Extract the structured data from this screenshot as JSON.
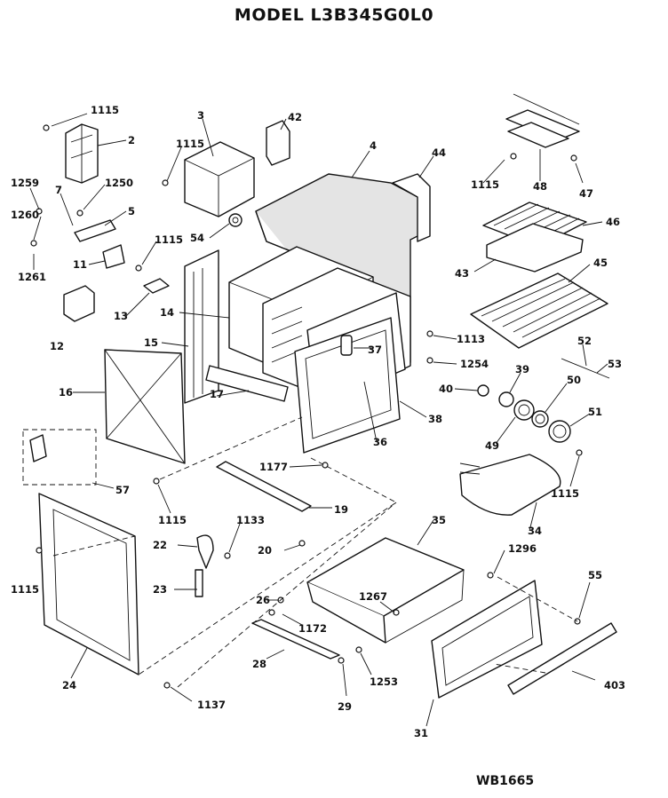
{
  "title": "MODEL L3B345G0L0",
  "drawing_code": "WB1665",
  "callouts": [
    {
      "id": "c1115a",
      "text": "1115"
    },
    {
      "id": "c2",
      "text": "2"
    },
    {
      "id": "c3",
      "text": "3"
    },
    {
      "id": "c42",
      "text": "42"
    },
    {
      "id": "c4",
      "text": "4"
    },
    {
      "id": "c44",
      "text": "44"
    },
    {
      "id": "c1115b",
      "text": "1115"
    },
    {
      "id": "c1259",
      "text": "1259"
    },
    {
      "id": "c7",
      "text": "7"
    },
    {
      "id": "c1250",
      "text": "1250"
    },
    {
      "id": "c5",
      "text": "5"
    },
    {
      "id": "c1260",
      "text": "1260"
    },
    {
      "id": "c1261",
      "text": "1261"
    },
    {
      "id": "c11",
      "text": "11"
    },
    {
      "id": "c54",
      "text": "54"
    },
    {
      "id": "c1115c",
      "text": "1115"
    },
    {
      "id": "c13",
      "text": "13"
    },
    {
      "id": "c12",
      "text": "12"
    },
    {
      "id": "c14",
      "text": "14"
    },
    {
      "id": "c15",
      "text": "15"
    },
    {
      "id": "c16",
      "text": "16"
    },
    {
      "id": "c17",
      "text": "17"
    },
    {
      "id": "c1115d",
      "text": "1115"
    },
    {
      "id": "c48",
      "text": "48"
    },
    {
      "id": "c47",
      "text": "47"
    },
    {
      "id": "c46",
      "text": "46"
    },
    {
      "id": "c43",
      "text": "43"
    },
    {
      "id": "c45",
      "text": "45"
    },
    {
      "id": "c1113",
      "text": "1113"
    },
    {
      "id": "c37",
      "text": "37"
    },
    {
      "id": "c1254",
      "text": "1254"
    },
    {
      "id": "c52",
      "text": "52"
    },
    {
      "id": "c53",
      "text": "53"
    },
    {
      "id": "c39",
      "text": "39"
    },
    {
      "id": "c40",
      "text": "40"
    },
    {
      "id": "c50",
      "text": "50"
    },
    {
      "id": "c51",
      "text": "51"
    },
    {
      "id": "c49",
      "text": "49"
    },
    {
      "id": "c36",
      "text": "36"
    },
    {
      "id": "c38",
      "text": "38"
    },
    {
      "id": "c57",
      "text": "57"
    },
    {
      "id": "c1177",
      "text": "1177"
    },
    {
      "id": "c1115e",
      "text": "1115"
    },
    {
      "id": "c19",
      "text": "19"
    },
    {
      "id": "c1115f",
      "text": "1115"
    },
    {
      "id": "c1133",
      "text": "1133"
    },
    {
      "id": "c22",
      "text": "22"
    },
    {
      "id": "c20",
      "text": "20"
    },
    {
      "id": "c35",
      "text": "35"
    },
    {
      "id": "c34",
      "text": "34"
    },
    {
      "id": "c1115g",
      "text": "1115"
    },
    {
      "id": "c1296",
      "text": "1296"
    },
    {
      "id": "c23",
      "text": "23"
    },
    {
      "id": "c26",
      "text": "26"
    },
    {
      "id": "c1267",
      "text": "1267"
    },
    {
      "id": "c55",
      "text": "55"
    },
    {
      "id": "c1172",
      "text": "1172"
    },
    {
      "id": "c24",
      "text": "24"
    },
    {
      "id": "c28",
      "text": "28"
    },
    {
      "id": "c1253",
      "text": "1253"
    },
    {
      "id": "c403",
      "text": "403"
    },
    {
      "id": "c29",
      "text": "29"
    },
    {
      "id": "c1137",
      "text": "1137"
    },
    {
      "id": "c31",
      "text": "31"
    }
  ]
}
